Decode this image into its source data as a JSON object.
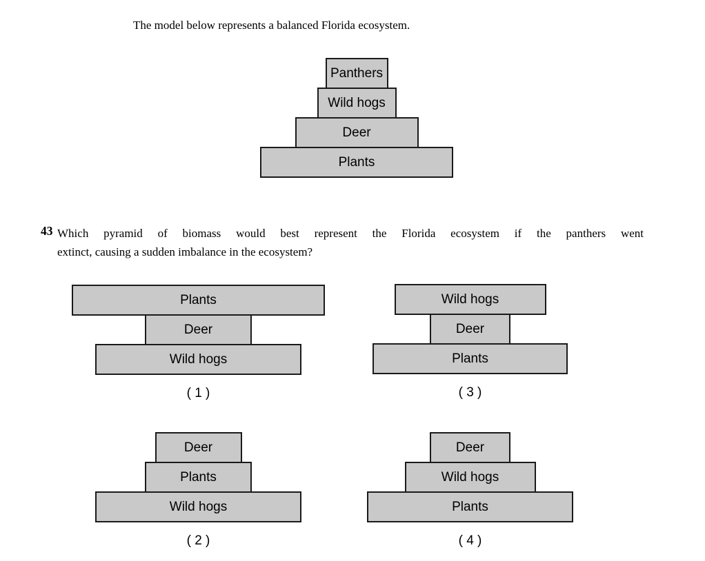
{
  "intro": {
    "text": "The model below represents a balanced Florida ecosystem."
  },
  "model_pyramid": {
    "levels": [
      "Panthers",
      "Wild hogs",
      "Deer",
      "Plants"
    ]
  },
  "question": {
    "number": "43",
    "full_text": "Which pyramid of biomass would best represent the Florida ecosystem if the panthers went extinct, causing a sudden imbalance in the ecosystem?",
    "line1": "Which pyramid of biomass would best represent the Florida ecosystem if the panthers went",
    "line2": "extinct, causing a sudden imbalance in the ecosystem?"
  },
  "options": [
    {
      "id": "( 1 )",
      "levels": [
        "Plants",
        "Deer",
        "Wild hogs"
      ]
    },
    {
      "id": "( 2 )",
      "levels": [
        "Deer",
        "Plants",
        "Wild hogs"
      ]
    },
    {
      "id": "( 3 )",
      "levels": [
        "Wild hogs",
        "Deer",
        "Plants"
      ]
    },
    {
      "id": "( 4 )",
      "levels": [
        "Deer",
        "Wild hogs",
        "Plants"
      ]
    }
  ],
  "colors": {
    "bar_fill": "#c9c9c9",
    "bar_border": "#1a1a1a",
    "text": "#000000",
    "background": "#ffffff"
  }
}
